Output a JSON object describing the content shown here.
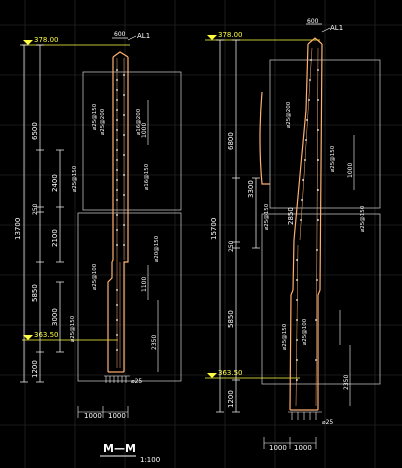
{
  "left": {
    "elev_top": "378.00",
    "elev_bottom": "363.50",
    "top_width": "600",
    "tag": "AL1",
    "total_height": "13700",
    "dims": [
      "6500",
      "2400",
      "250",
      "2100",
      "5850",
      "3000",
      "1200"
    ],
    "rebar": [
      "⌀25@150",
      "⌀25@200",
      "⌀16@200",
      "⌀16@150",
      "⌀25@150",
      "⌀20@150",
      "⌀25@100",
      "⌀25@150"
    ],
    "small": [
      "1000",
      "1100",
      "2350"
    ],
    "base_label": "⌀25",
    "base_dims": [
      "1000",
      "1000"
    ],
    "section_name": "M—M",
    "scale": "1:100"
  },
  "right": {
    "elev_top": "378.00",
    "elev_bottom": "363.50",
    "top_width": "600",
    "tag": "AL1",
    "total_height": "15700",
    "dims": [
      "6800",
      "3300",
      "250",
      "2850",
      "5850",
      "1200"
    ],
    "rebar": [
      "⌀25@200",
      "⌀25@150",
      "⌀25@150",
      "⌀25@150",
      "⌀25@100",
      "⌀25@150"
    ],
    "small": [
      "1000",
      "2350"
    ],
    "base_label": "⌀25",
    "base_dims": [
      "1000",
      "1000"
    ]
  },
  "colors": {
    "wall": "#ffb070",
    "dim": "#ffffff",
    "elev": "#ffff40",
    "rebar_text": "#ffffff",
    "grid": "#3a3a3a"
  }
}
